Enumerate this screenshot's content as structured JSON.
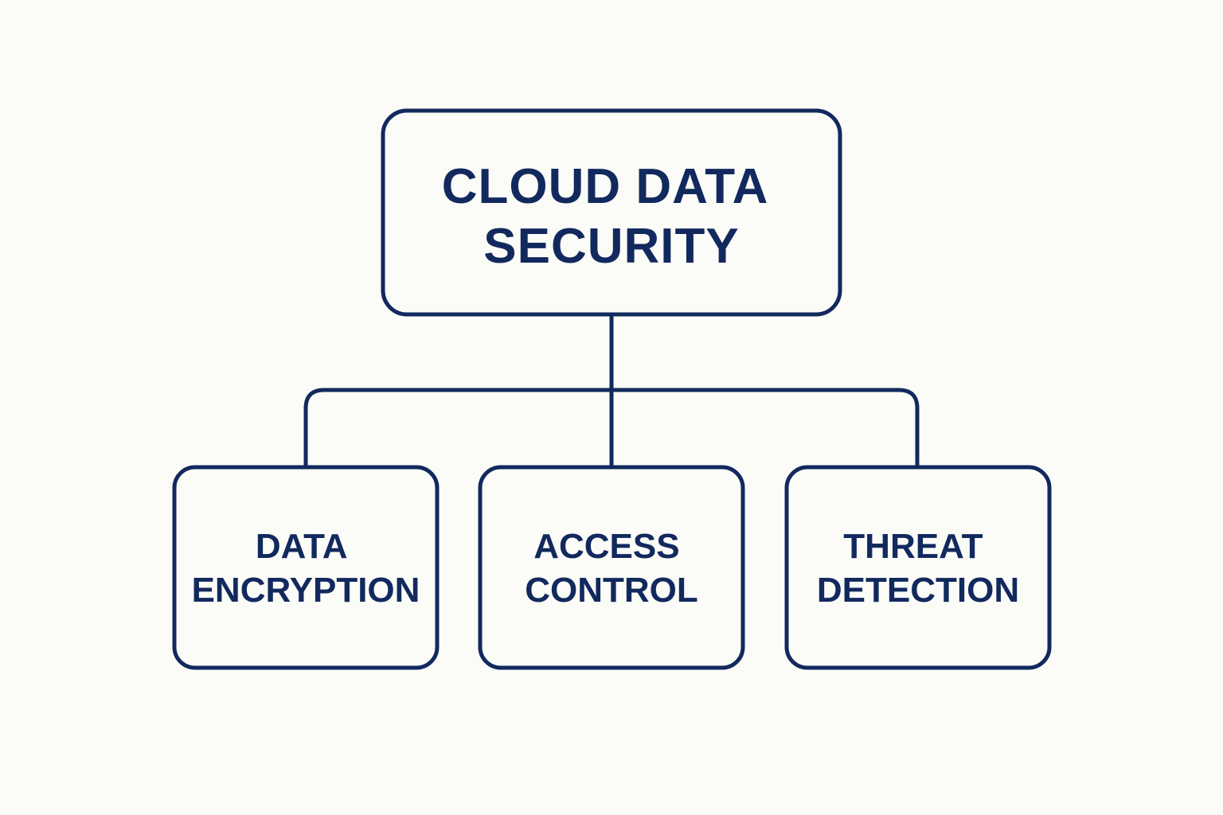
{
  "diagram": {
    "root": {
      "lines": [
        "CLOUD DATA",
        "SECURITY"
      ]
    },
    "children": [
      {
        "lines": [
          "DATA",
          "ENCRYPTION"
        ]
      },
      {
        "lines": [
          "ACCESS",
          "CONTROL"
        ]
      },
      {
        "lines": [
          "THREAT",
          "DETECTION"
        ]
      }
    ]
  },
  "colors": {
    "background": "#fbfbf7",
    "stroke": "#12295e",
    "text": "#12295e"
  }
}
